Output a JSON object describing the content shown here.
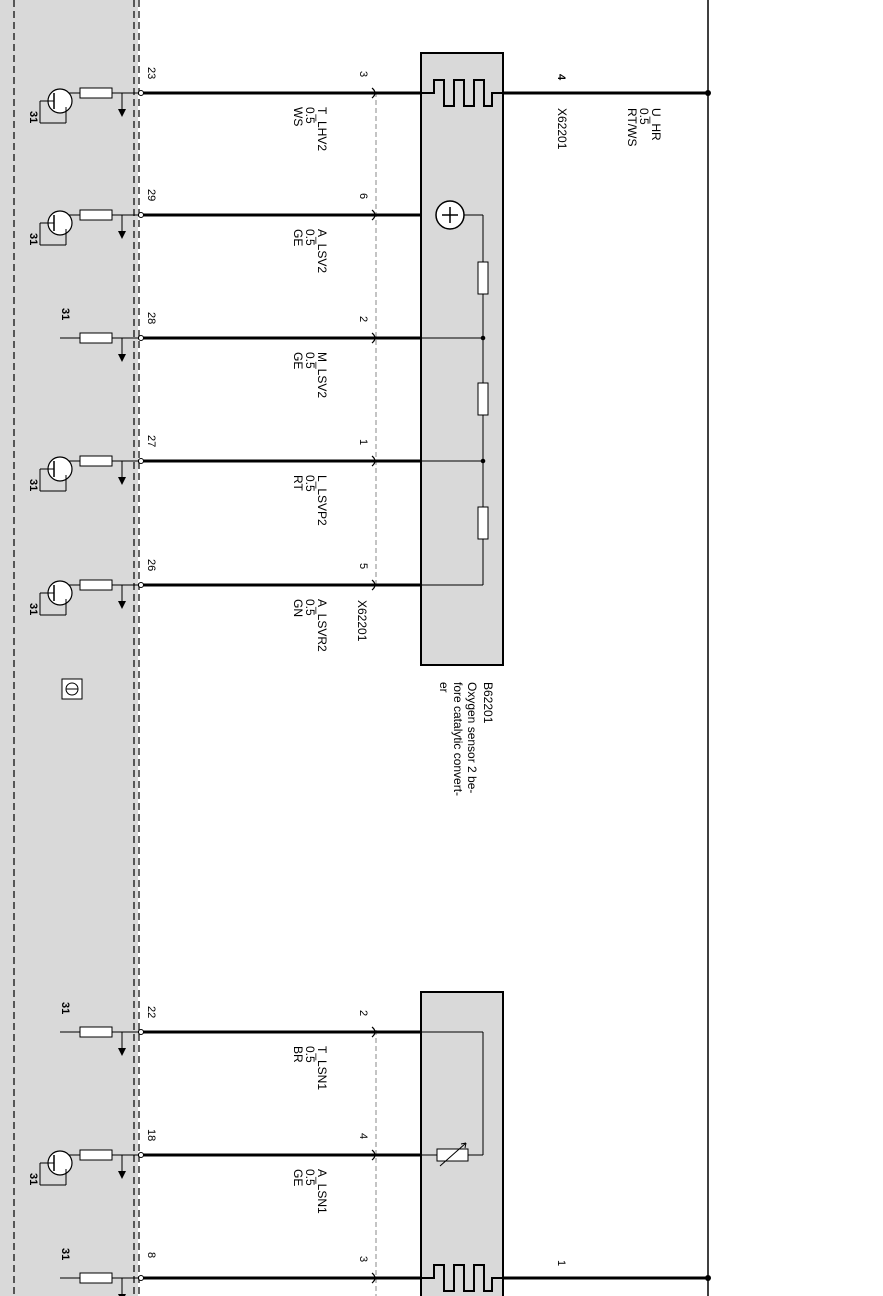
{
  "ecu": {
    "lines": [
      {
        "pin": "23",
        "transistor": true,
        "ground": "31"
      },
      {
        "pin": "29",
        "transistor": true,
        "ground": "31"
      },
      {
        "pin": "28",
        "transistor": false,
        "ground": "31"
      },
      {
        "pin": "27",
        "transistor": true,
        "ground": "31"
      },
      {
        "pin": "26",
        "transistor": true,
        "ground": "31"
      },
      {
        "pin": "22",
        "transistor": false,
        "ground": "31"
      },
      {
        "pin": "18",
        "transistor": true,
        "ground": "31"
      },
      {
        "pin": "8",
        "transistor": false,
        "ground": "31"
      }
    ]
  },
  "wires": [
    {
      "signal": "T_LHV2",
      "size": "0.5",
      "color": "WS",
      "pin": "3"
    },
    {
      "signal": "A_LSV2",
      "size": "0.5",
      "color": "GE",
      "pin": "6"
    },
    {
      "signal": "M_LSV2",
      "size": "0.5",
      "color": "GE",
      "pin": "2"
    },
    {
      "signal": "L_LSVP2",
      "size": "0.5",
      "color": "RT",
      "pin": "1"
    },
    {
      "signal": "A_LSVR2",
      "size": "0.5",
      "color": "GN",
      "pin": "5"
    },
    {
      "signal": "T_LSN1",
      "size": "0.5",
      "color": "BR",
      "pin": "2"
    },
    {
      "signal": "A_LSN1",
      "size": "0.5",
      "color": "GE",
      "pin": "4"
    },
    {
      "signal": "",
      "size": "",
      "color": "",
      "pin": "3"
    }
  ],
  "connector_bottom": "X62201",
  "heater_right": {
    "pin": "4",
    "connector": "X62201",
    "signal": "U_HR",
    "size": "0.5",
    "color": "RT/WS"
  },
  "bottom_right_pin": "1",
  "component": {
    "id": "B62201",
    "desc_lines": [
      "Oxygen sensor 2 be-",
      "fore catalytic convert-",
      "er"
    ]
  }
}
